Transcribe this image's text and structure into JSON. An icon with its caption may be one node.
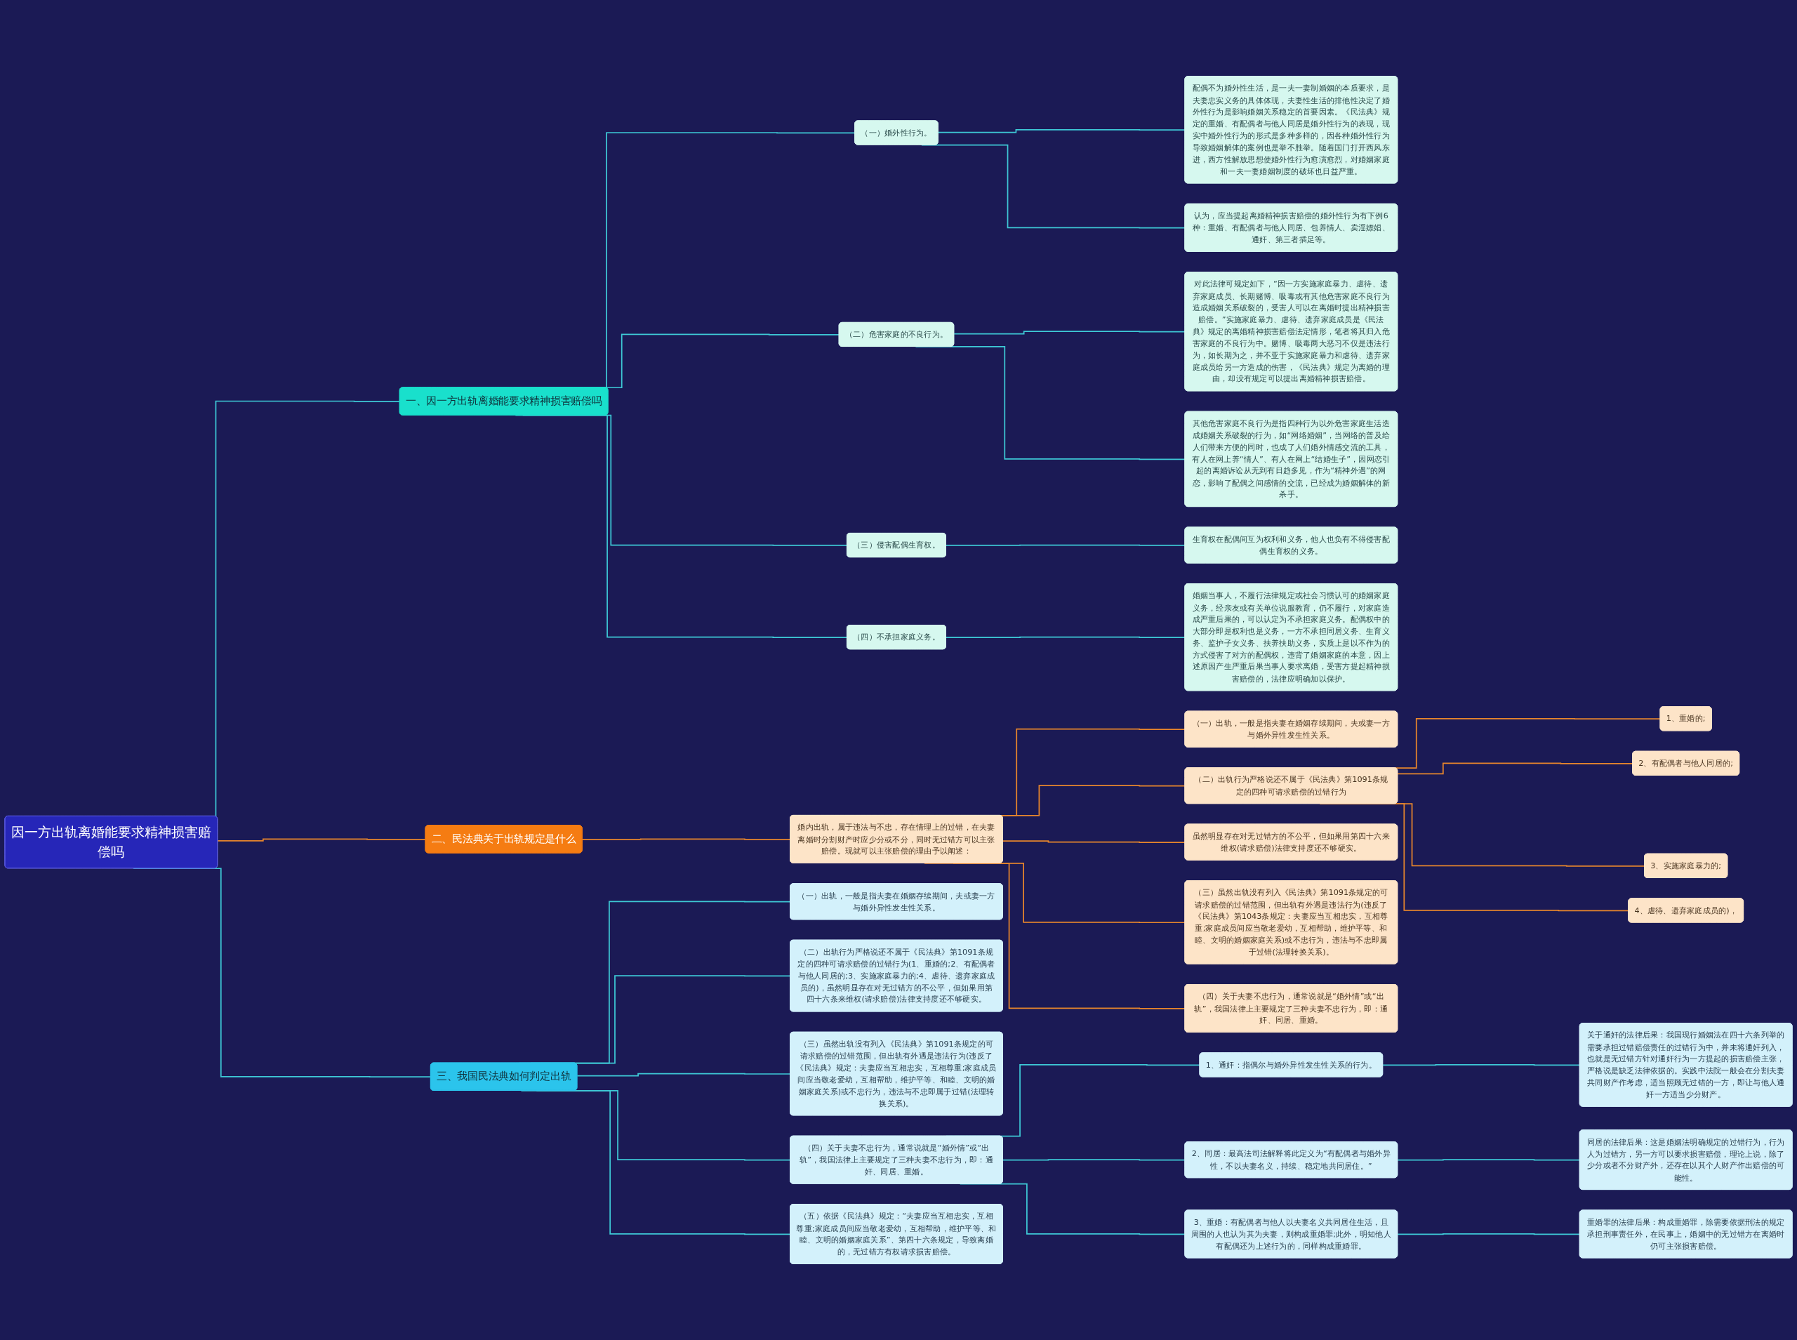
{
  "diagram": {
    "nodes": [
      {
        "text": [
          "因一方出轨离婚能要求精神损害赔偿吗"
        ]
      },
      {
        "text": [
          "一、因一方出轨离婚能要求精神损害赔偿吗"
        ]
      },
      {
        "text": [
          "（一）婚外性行为。"
        ]
      },
      {
        "text": [
          "配偶不为婚外性生活，是一夫一妻制婚姻的本质要求，是夫妻忠实义务的具体体现，夫妻性生活的排他性决定了婚外性行为是影响婚姻关系稳定的首要因素。《民法典》规定的重婚、有配偶者与他人同居是婚外性行为的表现，现实中婚外性行为的形式是多种多样的，因各种婚外性行为导致婚姻解体的案例也是举不胜举。随着国门打开西风东进，西方性解放思想使婚外性行为愈演愈烈，对婚姻家庭和一夫一妻婚姻制度的破坏也日益严重。"
        ]
      },
      {
        "text": [
          "认为，应当提起离婚精神损害赔偿的婚外性行为有下例6种：重婚、有配偶者与他人同居、包养情人、卖淫嫖娼、通奸、第三者插足等。"
        ]
      },
      {
        "text": [
          "（二）危害家庭的不良行为。"
        ]
      },
      {
        "text": [
          "对此法律可规定如下，“因一方实施家庭暴力、虐待、遗弃家庭成员、长期赌博、吸毒或有其他危害家庭不良行为造成婚姻关系破裂的，受害人可以在离婚时提出精神损害赔偿。”实施家庭暴力、虐待、遗弃家庭成员是《民法典》规定的离婚精神损害赔偿法定情形，笔者将其归入危害家庭的不良行为中。赌博、吸毒两大恶习不仅是违法行为，如长期为之，并不亚于实施家庭暴力和虐待、遗弃家庭成员给另一方造成的伤害，《民法典》规定为离婚的理由，却没有规定可以提出离婚精神损害赔偿。"
        ]
      },
      {
        "text": [
          "其他危害家庭不良行为是指四种行为以外危害家庭生活造成婚姻关系破裂的行为，如“网络婚姻”，当网络的普及给人们带来方便的同时，也成了人们婚外情感交流的工具，有人在网上养“情人”、有人在网上“结婚生子”，因网恋引起的离婚诉讼从无到有日趋多见，作为“精神外遇”的网恋，影响了配偶之间感情的交流，已经成为婚姻解体的新杀手。"
        ]
      },
      {
        "text": [
          "（三）侵害配偶生育权。"
        ]
      },
      {
        "text": [
          "生育权在配偶间互为权利和义务，他人也负有不得侵害配偶生育权的义务。"
        ]
      },
      {
        "text": [
          "（四）不承担家庭义务。"
        ]
      },
      {
        "text": [
          "婚姻当事人，不履行法律规定或社会习惯认可的婚姻家庭义务，经亲友或有关单位说服教育，仍不履行，对家庭造成严重后果的，可以认定为不承担家庭义务。配偶权中的大部分即是权利也是义务，一方不承担同居义务、生育义务、监护子女义务、扶养扶助义务，实质上是以不作为的方式侵害了对方的配偶权，违背了婚姻家庭的本意，因上述原因产生严重后果当事人要求离婚，受害方提起精神损害赔偿的，法律应明确加以保护。"
        ]
      },
      {
        "text": [
          "二、民法典关于出轨规定是什么"
        ]
      },
      {
        "text": [
          "婚内出轨，属于违法与不忠，存在情理上的过错，在夫妻离婚时分割财产时应少分或不分，同时无过错方可以主张赔偿。现就可以主张赔偿的理由予以阐述："
        ]
      },
      {
        "text": [
          "（一）出轨，一般是指夫妻在婚姻存续期间，夫或妻一方与婚外异性发生性关系。"
        ]
      },
      {
        "text": [
          "（二）出轨行为严格说还不属于《民法典》第1091条规定的四种可请求赔偿的过错行为"
        ]
      },
      {
        "text": [
          "1、重婚的;"
        ]
      },
      {
        "text": [
          "2、有配偶者与他人同居的;"
        ]
      },
      {
        "text": [
          "3、实施家庭暴力的;"
        ]
      },
      {
        "text": [
          "4、虐待、遗弃家庭成员的)，"
        ]
      },
      {
        "text": [
          "虽然明显存在对无过错方的不公平，但如果用第四十六来维权(请求赔偿)法律支持度还不够硬实。"
        ]
      },
      {
        "text": [
          "（三）虽然出轨没有列入《民法典》第1091条规定的可请求赔偿的过错范围，但出轨有外遇是违法行为(违反了《民法典》第1043条规定：夫妻应当互相忠实，互相尊重;家庭成员间应当敬老爱幼，互相帮助，维护平等、和睦、文明的婚姻家庭关系)或不忠行为，违法与不忠即属于过错(法理转换关系)。"
        ]
      },
      {
        "text": [
          "（四）关于夫妻不忠行为，通常说就是“婚外情”或“出轨”，我国法律上主要规定了三种夫妻不忠行为，即：通奸、同居、重婚。"
        ]
      },
      {
        "text": [
          "三、我国民法典如何判定出轨"
        ]
      },
      {
        "text": [
          "（一）出轨，一般是指夫妻在婚姻存续期间，夫或妻一方与婚外异性发生性关系。"
        ]
      },
      {
        "text": [
          "（二）出轨行为严格说还不属于《民法典》第1091条规定的四种可请求赔偿的过错行为(1、重婚的;2、有配偶者与他人同居的;3、实施家庭暴力的;4、虐待、遗弃家庭成员的)，虽然明显存在对无过错方的不公平，但如果用第四十六条来维权(请求赔偿)法律支持度还不够硬实。"
        ]
      },
      {
        "text": [
          "（三）虽然出轨没有列入《民法典》第1091条规定的可请求赔偿的过错范围，但出轨有外遇是违法行为(违反了《民法典》规定：夫妻应当互相忠实，互相尊重;家庭成员间应当敬老爱幼，互相帮助，维护平等、和睦、文明的婚姻家庭关系)或不忠行为，违法与不忠即属于过错(法理转换关系)。"
        ]
      },
      {
        "text": [
          "（四）关于夫妻不忠行为，通常说就是“婚外情”或“出轨”，我国法律上主要规定了三种夫妻不忠行为，即：通奸、同居、重婚。"
        ]
      },
      {
        "text": [
          "1、通奸：指偶尔与婚外异性发生性关系的行为。"
        ]
      },
      {
        "text": [
          "关于通奸的法律后果：我国现行婚姻法在四十六条列举的需要承担过错赔偿责任的过错行为中，并未将通奸列入，也就是无过错方针对通奸行为一方提起的损害赔偿主张，严格说是缺乏法律依据的。实践中法院一般会在分割夫妻共同财产作考虑，适当照顾无过错的一方，即让与他人通奸一方适当少分财产。"
        ]
      },
      {
        "text": [
          "2、同居：最高法司法解释将此定义为“有配偶者与婚外异性，不以夫妻名义，持续、稳定地共同居住。”"
        ]
      },
      {
        "text": [
          "同居的法律后果：这是婚姻法明确规定的过错行为，行为人为过错方，另一方可以要求损害赔偿，理论上说，除了少分或者不分财产外，还存在以其个人财产作出赔偿的可能性。"
        ]
      },
      {
        "text": [
          "3、重婚：有配偶者与他人以夫妻名义共同居住生活，且周围的人也认为其为夫妻，则构成重婚罪;此外，明知他人有配偶还为上述行为的，同样构成重婚罪。"
        ]
      },
      {
        "text": [
          "重婚罪的法律后果：构成重婚罪，除需要依据刑法的规定承担刑事责任外，在民事上，婚姻中的无过错方在离婚时仍可主张损害赔偿。"
        ]
      },
      {
        "text": [
          "（五）依据《民法典》规定：“夫妻应当互相忠实，互相尊重;家庭成员间应当敬老爱幼，互相帮助，维护平等、和睦、文明的婚姻家庭关系”、第四十六条规定，导致离婚的，无过错方有权请求损害赔偿。"
        ]
      }
    ],
    "edges": [
      {
        "from": 0,
        "to": 1,
        "arrow": "none"
      },
      {
        "from": 1,
        "to": 2,
        "arrow": "none"
      },
      {
        "from": 2,
        "to": 3,
        "arrow": "none"
      },
      {
        "from": 2,
        "to": 4,
        "arrow": "none"
      },
      {
        "from": 1,
        "to": 5,
        "arrow": "none"
      },
      {
        "from": 5,
        "to": 6,
        "arrow": "none"
      },
      {
        "from": 5,
        "to": 7,
        "arrow": "none"
      },
      {
        "from": 1,
        "to": 8,
        "arrow": "none"
      },
      {
        "from": 8,
        "to": 9,
        "arrow": "none"
      },
      {
        "from": 1,
        "to": 10,
        "arrow": "none"
      },
      {
        "from": 10,
        "to": 11,
        "arrow": "none"
      },
      {
        "from": 0,
        "to": 12,
        "arrow": "none",
        "color": "#e8862c"
      },
      {
        "from": 12,
        "to": 13,
        "arrow": "none",
        "color": "#e8862c"
      },
      {
        "from": 13,
        "to": 14,
        "arrow": "none",
        "color": "#e8862c"
      },
      {
        "from": 13,
        "to": 15,
        "arrow": "none",
        "color": "#e8862c"
      },
      {
        "from": 15,
        "to": 16,
        "arrow": "none",
        "color": "#e8862c"
      },
      {
        "from": 15,
        "to": 17,
        "arrow": "none",
        "color": "#e8862c"
      },
      {
        "from": 15,
        "to": 18,
        "arrow": "none",
        "color": "#e8862c"
      },
      {
        "from": 15,
        "to": 19,
        "arrow": "none",
        "color": "#e8862c"
      },
      {
        "from": 13,
        "to": 20,
        "arrow": "none",
        "color": "#e8862c"
      },
      {
        "from": 13,
        "to": 21,
        "arrow": "none",
        "color": "#e8862c"
      },
      {
        "from": 13,
        "to": 22,
        "arrow": "none",
        "color": "#e8862c"
      },
      {
        "from": 0,
        "to": 23,
        "arrow": "none"
      },
      {
        "from": 23,
        "to": 24,
        "arrow": "none"
      },
      {
        "from": 23,
        "to": 25,
        "arrow": "none"
      },
      {
        "from": 23,
        "to": 26,
        "arrow": "none"
      },
      {
        "from": 23,
        "to": 27,
        "arrow": "none"
      },
      {
        "from": 27,
        "to": 28,
        "arrow": "none"
      },
      {
        "from": 28,
        "to": 29,
        "arrow": "none"
      },
      {
        "from": 27,
        "to": 30,
        "arrow": "none"
      },
      {
        "from": 30,
        "to": 31,
        "arrow": "none"
      },
      {
        "from": 27,
        "to": 32,
        "arrow": "none"
      },
      {
        "from": 32,
        "to": 33,
        "arrow": "none"
      },
      {
        "from": 23,
        "to": 34,
        "arrow": "none"
      }
    ]
  }
}
